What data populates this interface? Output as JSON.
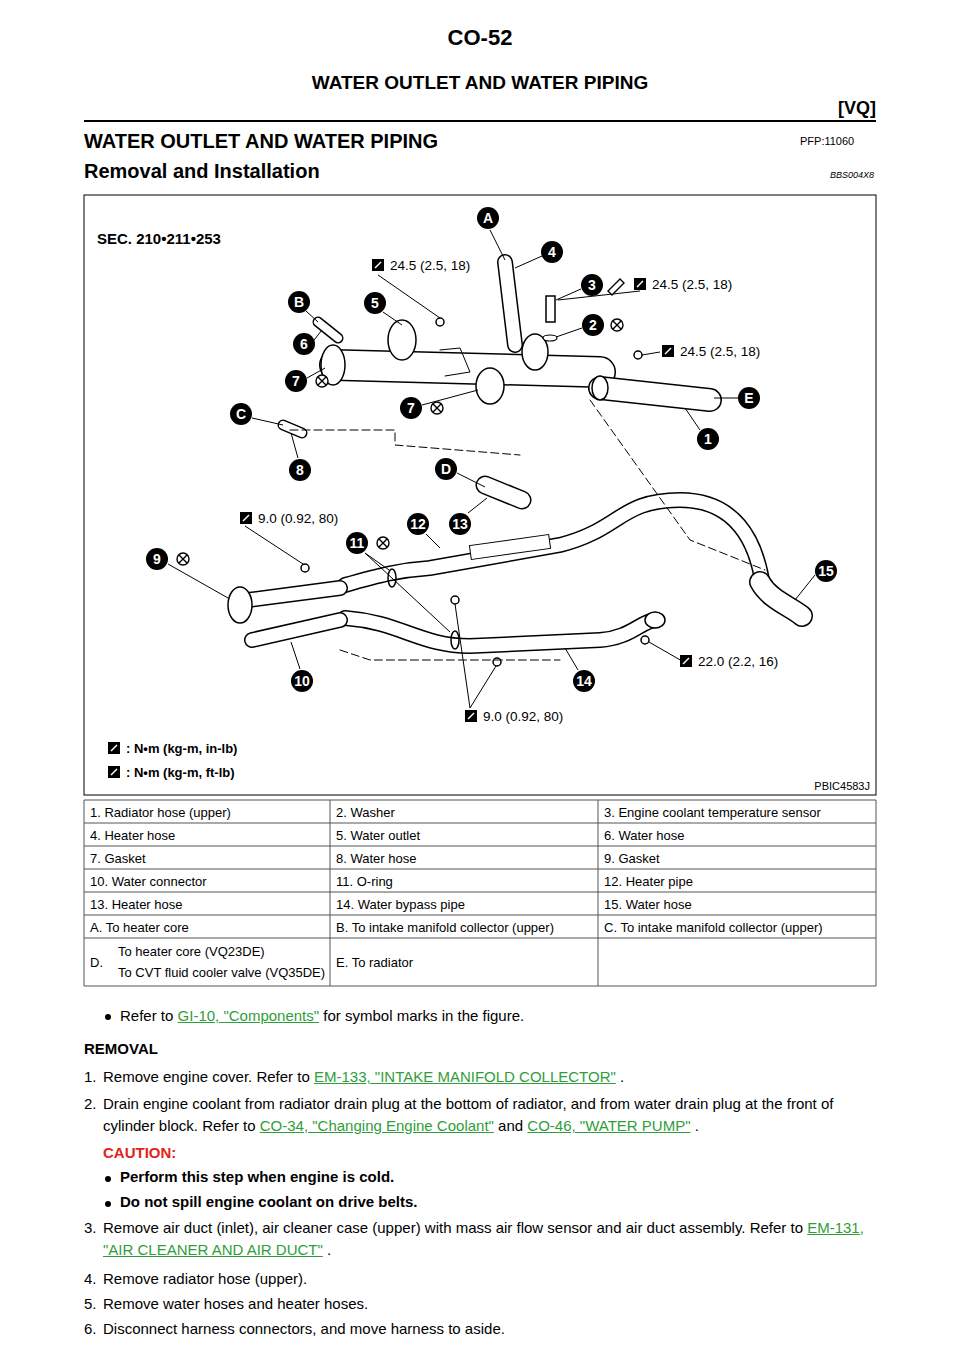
{
  "diagram": {
    "title": "WATER OUTLET AND WATER PIPING",
    "labels": [
      "CO-52",
      "[VQ]",
      "WATER OUTLET AND WATER PIPING",
      "PFP:11060",
      "Removal and Installation",
      "BBS004X8",
      "SEC. 210•211•253",
      "A",
      "4",
      "24.5 (2.5, 18)",
      "B",
      "5",
      "3",
      "24.5 (2.5, 18)",
      "2",
      "6",
      "24.5 (2.5, 18)",
      "7",
      "7",
      "C",
      "E",
      "1",
      "8",
      "D",
      "9.0 (0.92, 80)",
      "12",
      "13",
      "11",
      "9",
      "15",
      "22.0 (2.2, 16)",
      "10",
      "14",
      "9.0 (0.92, 80)",
      "PBIC4583J",
      "1. Radiator hose (upper)",
      "2. Washer",
      "3. Engine coolant temperature sensor",
      "4. Heater hose",
      "5. Water outlet",
      "6. Water hose",
      "7. Gasket",
      "8. Water hose",
      "9. Gasket",
      "10. Water connector",
      "11. O-ring",
      "12. Heater pipe",
      "13. Heater hose",
      "14. Water bypass pipe",
      "15. Water hose",
      "A. To heater core",
      "B. To intake manifold collector (upper)",
      "C. To intake manifold collector (upper)",
      "D.",
      "To heater core (VQ23DE)",
      "To CVT fluid cooler valve (VQ35DE)",
      "E. To radiator",
      "Refer to",
      "GI-10, \"Components\"",
      "for symbol marks in the figure.",
      "REMOVAL",
      "1.",
      "Remove engine cover. Refer to",
      "EM-133, \"INTAKE MANIFOLD COLLECTOR\"",
      ".",
      "2.",
      "Drain engine coolant from radiator drain plug at the bottom of radiator, and from water drain plug at the front of cylinder block. Refer to",
      "CO-34, \"Changing Engine Coolant\"",
      "and",
      "CO-46, \"WATER PUMP\"",
      ".",
      "CAUTION:",
      "Perform this step when engine is cold.",
      "Do not spill engine coolant on drive belts.",
      "3.",
      "Remove air duct (inlet), air cleaner case (upper) with mass air flow sensor and air duct assembly. Refer to",
      "EM-131, \"AIR CLEANER AND AIR DUCT\"",
      ".",
      "4.",
      "Remove radiator hose (upper).",
      "5.",
      "Remove water hoses and heater hoses.",
      "6.",
      "Disconnect harness connectors, and move harness to aside."
    ],
    "legend": [
      {
        "text": ": N•m (kg-m, in-lb)"
      },
      {
        "text": ": N•m (kg-m, ft-lb)"
      }
    ]
  }
}
